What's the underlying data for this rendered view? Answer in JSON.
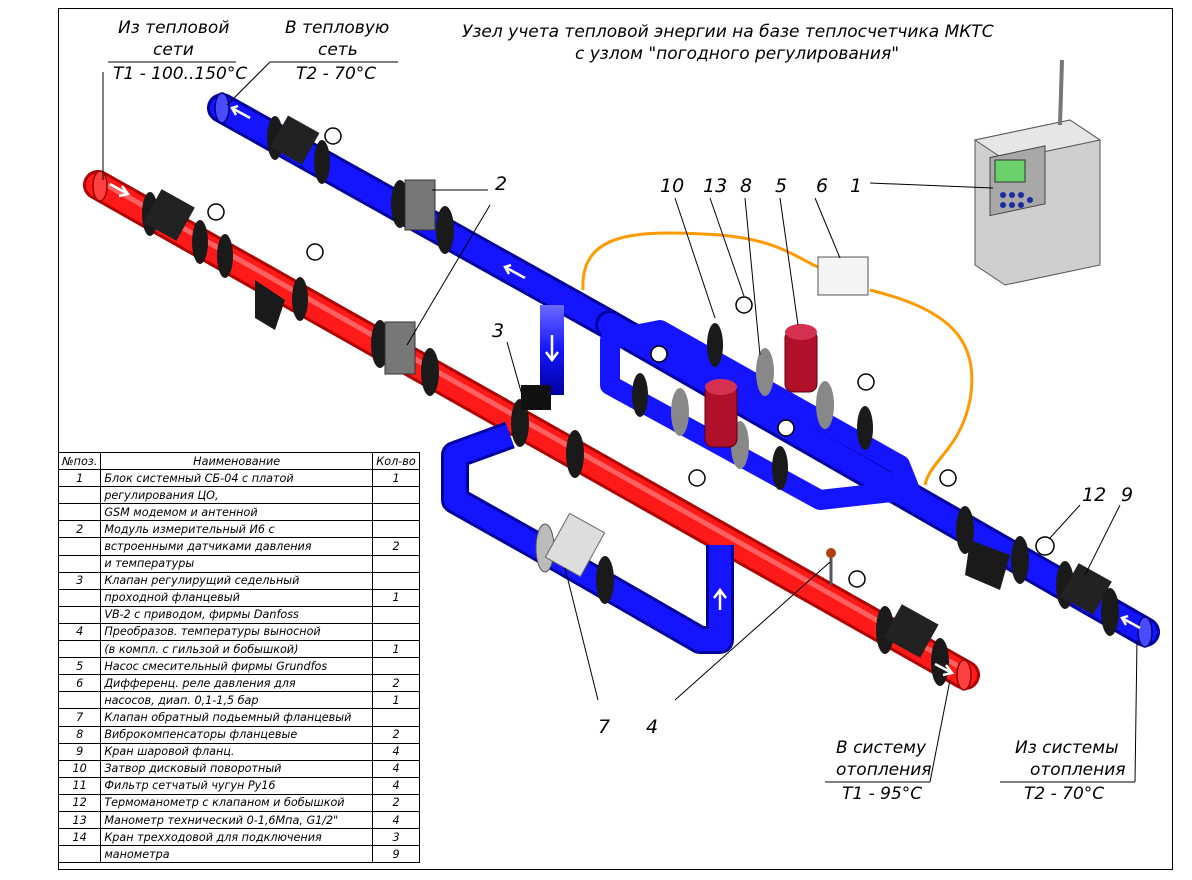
{
  "title": {
    "line1": "Узел учета тепловой энергии на базе теплосчетчика МКТС",
    "line2": "с узлом \"погодного регулирования\""
  },
  "labels": {
    "from_network": {
      "l1": "Из тепловой",
      "l2": "сети",
      "l3": "T1 - 100..150°C"
    },
    "to_network": {
      "l1": "В тепловую",
      "l2": "сеть",
      "l3": "T2 - 70°C"
    },
    "to_system": {
      "l1": "В систему",
      "l2": "отопления",
      "l3": "T1 - 95°C"
    },
    "from_system": {
      "l1": "Из системы",
      "l2": "отопления",
      "l3": "T2 - 70°C"
    }
  },
  "callouts": {
    "n1": "1",
    "n2": "2",
    "n3": "3",
    "n4": "4",
    "n5": "5",
    "n6": "6",
    "n7": "7",
    "n8": "8",
    "n9": "9",
    "n10": "10",
    "n12": "12",
    "n13": "13"
  },
  "table": {
    "headers": [
      "№поз.",
      "Наименование",
      "Кол-во"
    ],
    "rows": [
      [
        "1",
        "Блок системный СБ-04 с платой",
        "1"
      ],
      [
        "",
        "регулирования ЦО,",
        ""
      ],
      [
        "",
        "GSM модемом и антенной",
        ""
      ],
      [
        "2",
        "Модуль измерительный И6 с",
        ""
      ],
      [
        "",
        "встроенными датчиками давления",
        "2"
      ],
      [
        "",
        "и температуры",
        ""
      ],
      [
        "3",
        "Клапан регулирущий седельный",
        ""
      ],
      [
        "",
        "проходной фланцевый",
        "1"
      ],
      [
        "",
        "VB-2 с приводом, фирмы Danfoss",
        ""
      ],
      [
        "4",
        "Преобразов. температуры выносной",
        ""
      ],
      [
        "",
        "(в компл. с гильзой и бобышкой)",
        "1"
      ],
      [
        "5",
        "Насос смесительный фирмы Grundfos",
        ""
      ],
      [
        "6",
        "Дифференц. реле давления для",
        "2"
      ],
      [
        "",
        "насосов, диап. 0,1-1,5 бар",
        "1"
      ],
      [
        "7",
        "Клапан обратный подьемный фланцевый",
        ""
      ],
      [
        "8",
        "Виброкомпенсаторы фланцевые",
        "2"
      ],
      [
        "9",
        "Кран шаровой фланц.",
        "4"
      ],
      [
        "10",
        "Затвор дисковый поворотный",
        "4"
      ],
      [
        "11",
        "Фильтр сетчатый чугун Ру16",
        "4"
      ],
      [
        "12",
        "Термоманометр с клапаном и бобышкой",
        "2"
      ],
      [
        "13",
        "Манометр технический 0-1,6Мпа,   G1/2\"",
        "4"
      ],
      [
        "14",
        "Кран трехходовой для подключения",
        "3"
      ],
      [
        "",
        "манометра",
        "9"
      ]
    ]
  },
  "colors": {
    "supply": "#ff1a1a",
    "return": "#1414ff",
    "cable": "#ff9900",
    "fitting": "#1a1a1a",
    "pump": "#b0102a"
  }
}
